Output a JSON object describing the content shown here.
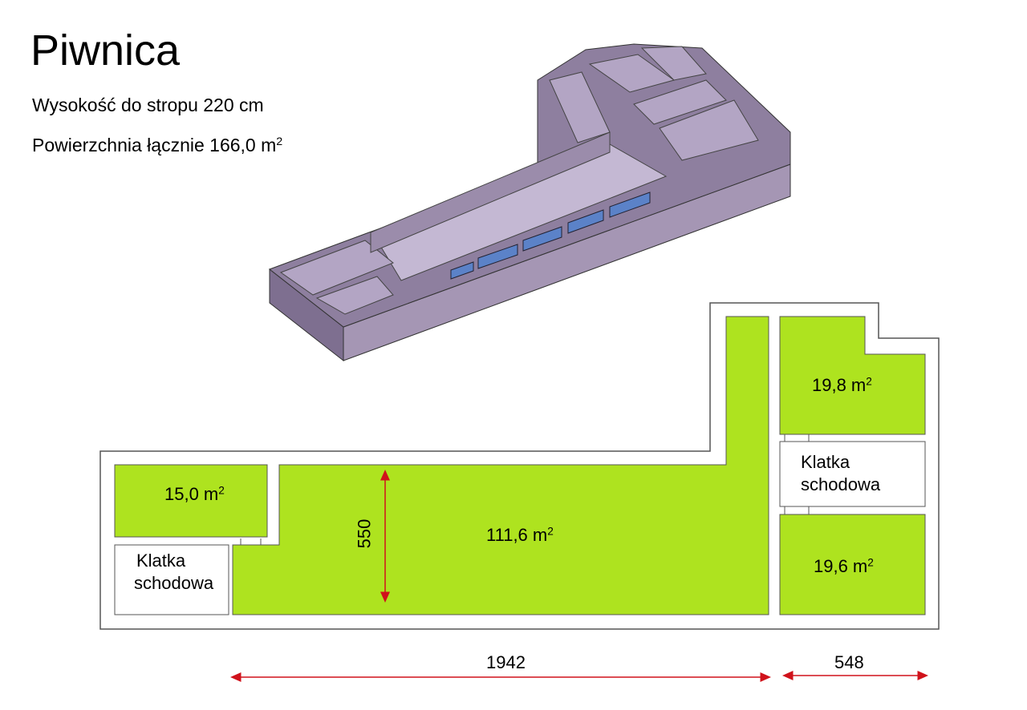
{
  "title": "Piwnica",
  "subtitle_height": "Wysokość do stropu 220 cm",
  "subtitle_area_text": "Powierzchnia łącznie 166,0  m",
  "subtitle_area_sup": "2",
  "rooms": {
    "left_small": {
      "value": "15,0  m",
      "sup": "2"
    },
    "main": {
      "value": "111,6  m",
      "sup": "2"
    },
    "right_top": {
      "value": "19,8  m",
      "sup": "2"
    },
    "right_bottom": {
      "value": "19,6 m",
      "sup": "2"
    },
    "stair_left": {
      "line1": "Klatka",
      "line2": "schodowa"
    },
    "stair_right": {
      "line1": "Klatka",
      "line2": "schodowa"
    }
  },
  "dimensions": {
    "height": "550",
    "width_main": "1942",
    "width_right": "548"
  },
  "colors": {
    "room_fill": "#aee31f",
    "wall_3d_top": "#8d7d9e",
    "wall_3d_side": "#b8aac7",
    "floor_3d": "#c9bfd6",
    "window": "#5b82c8",
    "dimension_arrow": "#d0121b"
  }
}
